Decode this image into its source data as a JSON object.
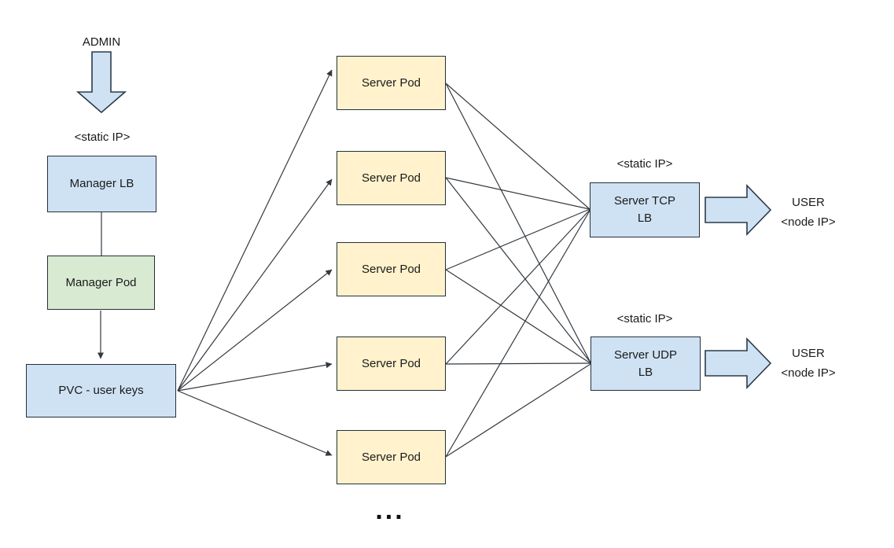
{
  "diagram": {
    "title": "server-cluster-load-balancing-architecture",
    "nodes": {
      "manager_lb": "Manager LB",
      "manager_pod": "Manager Pod",
      "pvc": "PVC - user keys",
      "server_pods": [
        "Server Pod",
        "Server Pod",
        "Server Pod",
        "Server Pod",
        "Server Pod"
      ],
      "server_tcp_lb": "Server TCP\nLB",
      "server_udp_lb": "Server UDP\nLB"
    },
    "annotations": {
      "admin": "ADMIN",
      "static_ip_manager": "<static IP>",
      "static_ip_tcp": "<static IP>",
      "static_ip_udp": "<static IP>",
      "user_tcp": "USER\n<node IP>",
      "user_udp": "USER\n<node IP>",
      "ellipsis": "..."
    },
    "colors": {
      "node_blue": "#cfe2f3",
      "node_green": "#d9ead3",
      "node_yellow": "#fff2cc",
      "block_arrow_fill": "#cfe2f3",
      "border": "#22303c",
      "line": "#333a40",
      "background": "#ffffff"
    }
  }
}
